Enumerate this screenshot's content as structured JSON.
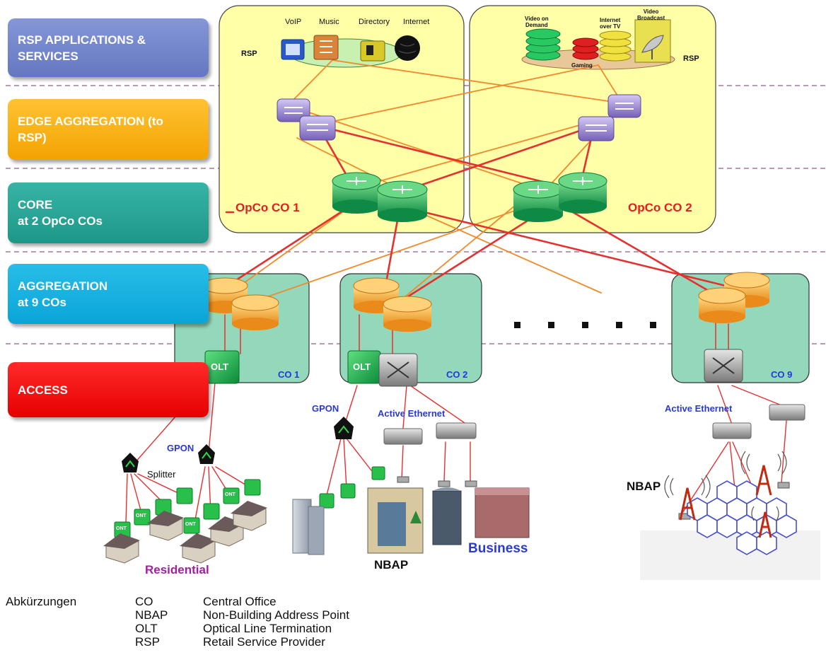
{
  "layers": {
    "rsp": "RSP APPLICATIONS & SERVICES",
    "edge": "EDGE AGGREGATION (to\nRSP)",
    "core": "CORE\nat 2 OpCo COs",
    "aggregation": "AGGREGATION\nat 9 COs",
    "access": "ACCESS"
  },
  "opco": {
    "co1": "OpCo CO 1",
    "co2": "OpCo CO 2",
    "rsp_left": "RSP",
    "rsp_right": "RSP"
  },
  "services_left": [
    "VoIP",
    "Music",
    "Directory",
    "Internet"
  ],
  "services_right": {
    "vod": "Video on\nDemand",
    "internet_tv": "Internet\nover TV",
    "broadcast": "Video\nBroadcast",
    "gaming": "Gaming"
  },
  "cos": {
    "co1": "CO 1",
    "co2": "CO 2",
    "co9": "CO 9"
  },
  "devices": {
    "olt": "OLT",
    "ont": "ONT"
  },
  "access_labels": {
    "gpon1": "GPON",
    "gpon2": "GPON",
    "splitter": "Splitter",
    "ae1": "Active Ethernet",
    "ae2": "Active Ethernet"
  },
  "segments": {
    "residential": "Residential",
    "nbap_center": "NBAP",
    "business": "Business",
    "nbap_right": "NBAP"
  },
  "colors": {
    "link_red": "#e53030",
    "link_orange": "#f08a2c",
    "router_green": "#17a05a",
    "router_orange": "#f7a23a",
    "router_purple": "#8a78c8",
    "olt_green": "#16b45a",
    "opco_fill": "#ffffa8",
    "co_fill": "#94d8bc"
  },
  "icons": [
    "router-icon",
    "switch-icon",
    "olt-icon",
    "ont-icon",
    "splitter-icon",
    "house-icon",
    "building-icon",
    "cell-tower-icon",
    "ethernet-switch-icon",
    "satellite-dish-icon"
  ],
  "legend": {
    "title": "Abkürzungen",
    "items": [
      {
        "abbr": "CO",
        "definition": "Central Office"
      },
      {
        "abbr": "NBAP",
        "definition": "Non-Building Address Point"
      },
      {
        "abbr": "OLT",
        "definition": "Optical Line Termination"
      },
      {
        "abbr": "RSP",
        "definition": "Retail Service Provider"
      }
    ]
  }
}
